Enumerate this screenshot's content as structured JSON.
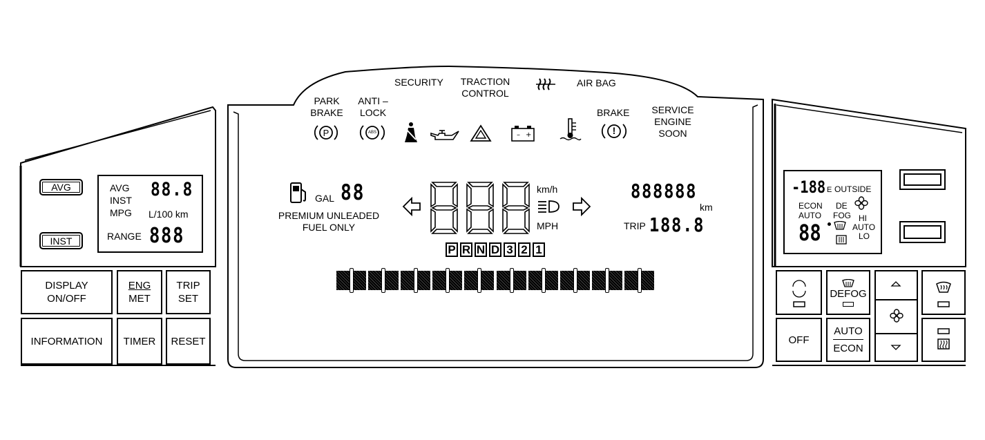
{
  "left_panel": {
    "avg_button": "AVG",
    "inst_button": "INST",
    "display": {
      "avg": "AVG",
      "inst": "INST",
      "mpg": "MPG",
      "l100km": "L/100 km",
      "range": "RANGE",
      "fuel_digits": "88.8",
      "range_digits": "888"
    },
    "buttons": {
      "display_on_off_1": "DISPLAY",
      "display_on_off_2": "ON/OFF",
      "eng": "ENG",
      "met": "MET",
      "trip": "TRIP",
      "set": "SET",
      "information": "INFORMATION",
      "timer": "TIMER",
      "reset": "RESET"
    }
  },
  "center_panel": {
    "warnings": {
      "security": "SECURITY",
      "traction_1": "TRACTION",
      "traction_2": "CONTROL",
      "air_bag": "AIR BAG",
      "park_1": "PARK",
      "park_2": "BRAKE",
      "antilock_1": "ANTI –",
      "antilock_2": "LOCK",
      "brake": "BRAKE",
      "service_1": "SERVICE",
      "service_2": "ENGINE",
      "service_3": "SOON",
      "p_symbol": "P",
      "abs_symbol": "ABS",
      "brake_symbol": "!"
    },
    "fuel": {
      "gal": "GAL",
      "gal_digits": "88",
      "premium_1": "PREMIUM UNLEADED",
      "premium_2": "FUEL ONLY"
    },
    "speed": {
      "kmh": "km/h",
      "mph": "MPH",
      "digits": "888"
    },
    "odometer": {
      "digits": "888888",
      "km": "km",
      "trip": "TRIP",
      "trip_digits": "188.8"
    },
    "gears": [
      "P",
      "R",
      "N",
      "D",
      "3",
      "2",
      "1"
    ]
  },
  "right_panel": {
    "display": {
      "temp_digits": "-188",
      "e": "E",
      "outside": "OUTSIDE",
      "econ": "ECON",
      "auto": "AUTO",
      "set_digits": "88",
      "de": "DE",
      "fog": "FOG",
      "hi": "HI",
      "auto2": "AUTO",
      "lo": "LO"
    },
    "buttons": {
      "defog": "DEFOG",
      "off": "OFF",
      "auto": "AUTO",
      "econ": "ECON"
    }
  }
}
